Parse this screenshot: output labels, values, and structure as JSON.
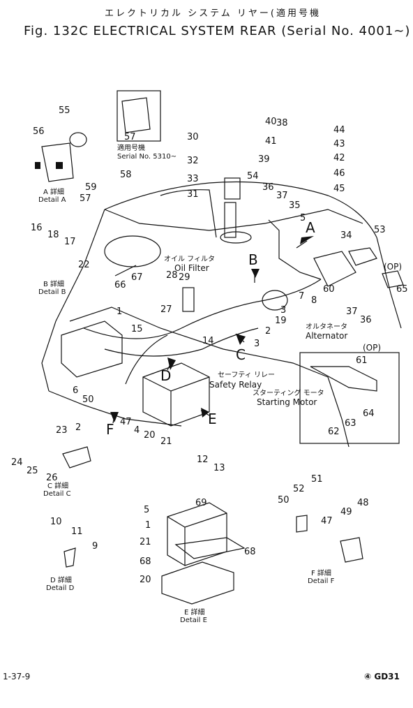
{
  "header": {
    "title_jp": "エレクトリカル システム リヤー(適用号機",
    "title_en": "Fig. 132C  ELECTRICAL SYSTEM REAR (Serial No. 4001~)"
  },
  "footer": {
    "page": "1-37-9",
    "code": "④ GD31"
  },
  "annotations": {
    "inset_serial_jp": "適用号機",
    "inset_serial": "Serial No. 5310~",
    "oil_filter_jp": "オイル フィルタ",
    "oil_filter": "Oil Filter",
    "alternator_jp": "オルタネータ",
    "alternator": "Alternator",
    "safety_relay_jp": "セーフティ リレー",
    "safety_relay": "Safety Relay",
    "starting_motor_jp": "スターティング モータ",
    "starting_motor": "Starting Motor",
    "op1": "(OP)",
    "op2": "(OP)"
  },
  "details": {
    "a_jp": "A 詳細",
    "a": "Detail A",
    "b_jp": "B 詳細",
    "b": "Detail B",
    "c_jp": "C 詳細",
    "c": "Detail C",
    "d_jp": "D 詳細",
    "d": "Detail D",
    "e_jp": "E 詳細",
    "e": "Detail E",
    "f_jp": "F 詳細",
    "f": "Detail F"
  },
  "view_letters": {
    "A": "A",
    "B": "B",
    "C": "C",
    "D": "D",
    "E": "E",
    "F": "F"
  },
  "part_numbers": [
    "55",
    "56",
    "57",
    "58",
    "59",
    "57",
    "16",
    "18",
    "17",
    "22",
    "66",
    "67",
    "28",
    "29",
    "27",
    "15",
    "14",
    "1",
    "6",
    "50",
    "47",
    "4",
    "20",
    "21",
    "30",
    "31",
    "32",
    "33",
    "54",
    "36",
    "37",
    "35",
    "5",
    "40",
    "41",
    "39",
    "38",
    "44",
    "43",
    "42",
    "46",
    "45",
    "34",
    "53",
    "60",
    "7",
    "8",
    "37",
    "36",
    "65",
    "19",
    "2",
    "3",
    "3",
    "61",
    "64",
    "63",
    "62",
    "23",
    "2",
    "24",
    "25",
    "26",
    "10",
    "11",
    "9",
    "12",
    "13",
    "5",
    "69",
    "1",
    "21",
    "68",
    "68",
    "20",
    "52",
    "51",
    "50",
    "48",
    "49",
    "47"
  ]
}
